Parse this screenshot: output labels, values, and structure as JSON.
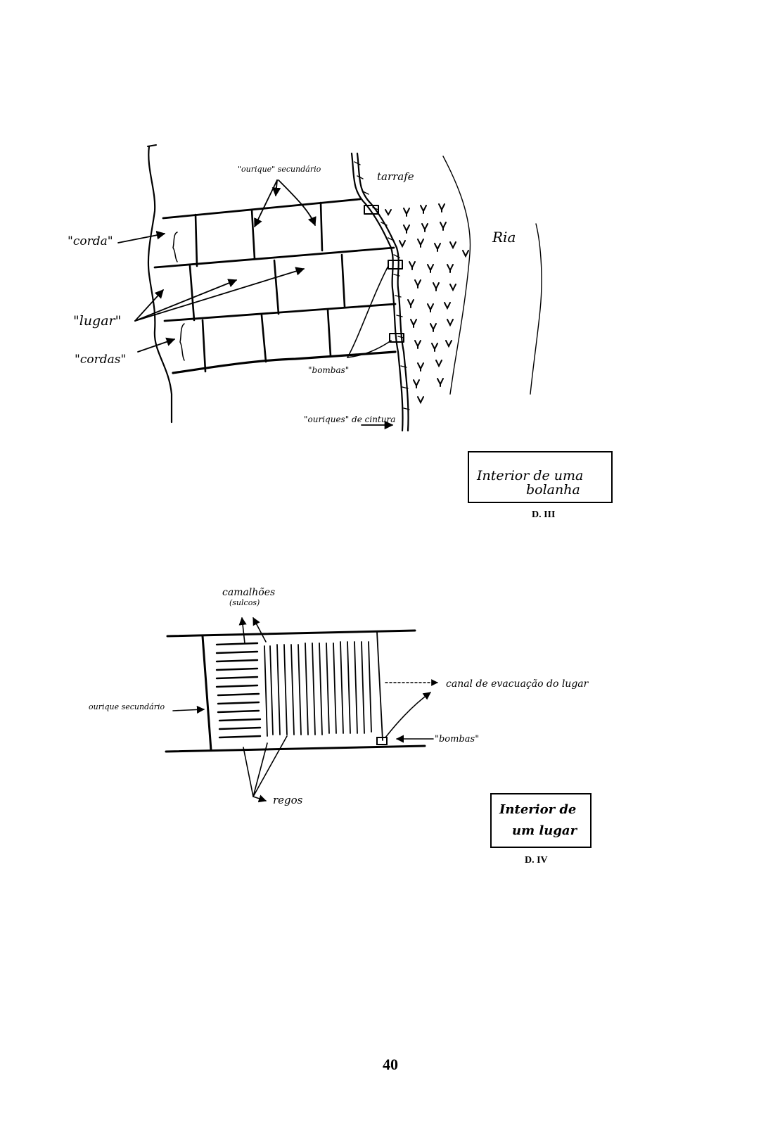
{
  "diagram_1": {
    "labels": {
      "ourique_secundario": "\"ourique\" secundário",
      "taraafe": "tarrafe",
      "ria": "Ria",
      "corda": "\"corda\"",
      "lugar": "\"lugar\"",
      "cordas": "\"cordas\"",
      "bombas": "\"bombas\"",
      "ourique_cintura": "\"ouriques\" de cintura"
    },
    "caption_line1": "Interior de uma",
    "caption_line2": "bolanha",
    "plate": "D. III"
  },
  "diagram_2": {
    "labels": {
      "camalhoes": "camalhões",
      "sulcos": "(sulcos)",
      "ourique_secundario": "ourique secundário",
      "canal": "canal de evacuação do lugar",
      "bombas": "\"bombas\"",
      "regos": "regos"
    },
    "caption_line1": "Interior de",
    "caption_line2": "um lugar",
    "plate": "D. IV"
  },
  "page_number": "40"
}
